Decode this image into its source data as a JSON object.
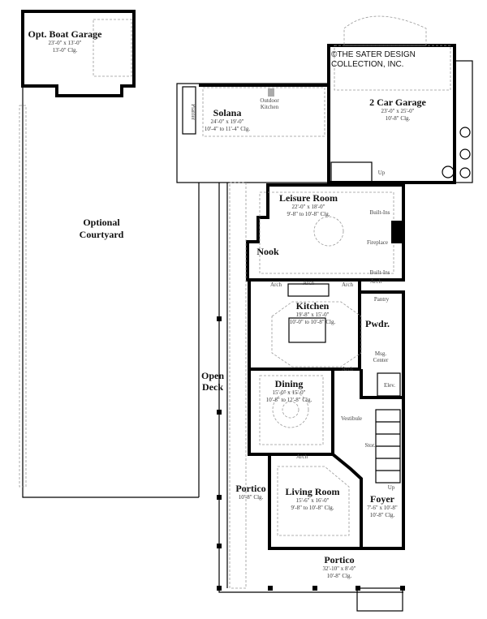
{
  "copyright": [
    "©THE SATER DESIGN",
    "COLLECTION, INC."
  ],
  "rooms": {
    "boat_garage": {
      "name": "Opt. Boat Garage",
      "size": "23'-0\" x 13'-0\"",
      "ceiling": "13'-0\" Clg."
    },
    "courtyard": {
      "name": [
        "Optional",
        "Courtyard"
      ]
    },
    "solana": {
      "name": "Solana",
      "size": "24'-0\" x 19'-0\"",
      "ceiling": "10'-4\" to 11'-4\" Clg."
    },
    "outdoor_kitchen": {
      "name": [
        "Outdoor",
        "Kitchen"
      ]
    },
    "planter": {
      "name": "Planter"
    },
    "garage": {
      "name": "2  Car Garage",
      "size": "23'-0\" x 25'-0\"",
      "ceiling": "10'-8\" Clg."
    },
    "leisure": {
      "name": "Leisure Room",
      "size": "22'-0\" x 18'-0\"",
      "ceiling": "9'-8\" to 10'-8\" Clg."
    },
    "nook": {
      "name": "Nook"
    },
    "kitchen": {
      "name": "Kitchen",
      "size": "19'-8\" x 15'-0\"",
      "ceiling": "10'-0\" to 10'-8\" Clg."
    },
    "pantry": {
      "name": "Pantry"
    },
    "pwdr": {
      "name": "Pwdr."
    },
    "msg_center": {
      "name": [
        "Msg.",
        "Center"
      ]
    },
    "dining": {
      "name": "Dining",
      "size": "15'-0\" x 15'-0\"",
      "ceiling": "10'-8\" to 12'-8\" Clg."
    },
    "open_deck": {
      "name": [
        "Open",
        "Deck"
      ]
    },
    "vestibule": {
      "name": "Vestibule"
    },
    "elev": {
      "name": "Elev."
    },
    "stor": {
      "name": "Stor."
    },
    "portico_side": {
      "name": "Portico",
      "ceiling": "10'-8\" Clg."
    },
    "living": {
      "name": "Living Room",
      "size": "15'-6\" x 16'-0\"",
      "ceiling": "9'-8\" to 10'-8\" Clg."
    },
    "foyer": {
      "name": "Foyer",
      "size": "7'-6\" x 10'-8\"",
      "ceiling": "10'-8\" Clg."
    },
    "portico_front": {
      "name": "Portico",
      "size": "32'-10\" x 8'-0\"",
      "ceiling": "10'-8\" Clg."
    }
  },
  "annotations": {
    "built_ins": "Built-Ins",
    "fireplace": "Fireplace",
    "arch": "Arch",
    "up": "Up"
  }
}
